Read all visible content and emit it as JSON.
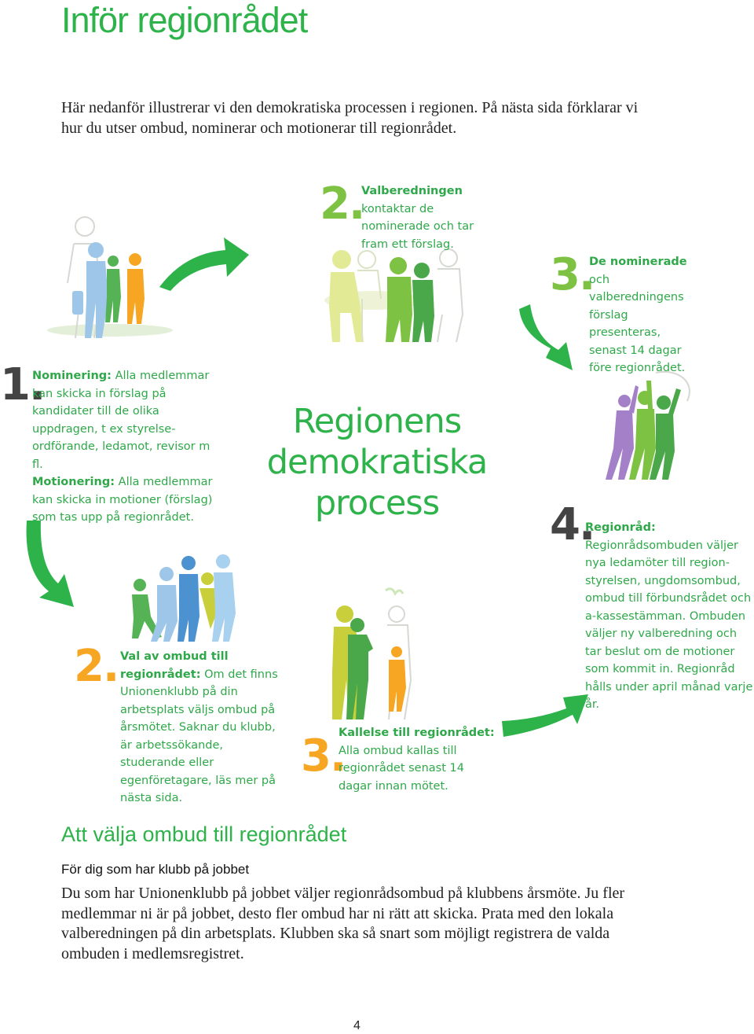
{
  "title": "Inför regionrådet",
  "intro": "Här nedanför illustrerar vi den demokratiska processen i regionen. På nästa sida förklarar vi hur du utser ombud, nominerar och motionerar till regionrådet.",
  "cycle": {
    "center_line1": "Regionens",
    "center_line2": "demokratiska",
    "center_line3": "process",
    "step1": {
      "num": "1.",
      "nomination_label": "Nominering:",
      "nomination_text": " Alla medlemmar kan skicka in förslag på kandidater till de olika uppdragen, t ex styrelse­ordförande, ledamot, revisor m fl.",
      "motion_label": "Motionering:",
      "motion_text": " Alla medlemmar kan skicka in motioner (förslag) som tas upp på regionrådet."
    },
    "step2a": {
      "num": "2.",
      "label": "Valberedningen",
      "text": " kon­taktar de nominerade och tar fram ett förslag."
    },
    "step3a": {
      "num": "3.",
      "label": "De nominerade",
      "text": " och valberedningens förslag presenteras, senast 14 dagar före regionrådet."
    },
    "step2b": {
      "num": "2.",
      "label": "Val av ombud till regionrådet:",
      "text": " Om det finns Unionenklubb på din arbetsplats väljs ombud på årsmötet. Saknar du klubb, är arbetssökande, studerande eller egenföretagare, läs mer på nästa sida."
    },
    "step3b": {
      "num": "3.",
      "label": "Kallelse till regionrådet:",
      "text": " Alla ombud kallas till regionrådet senast 14 dagar innan mötet."
    },
    "step4": {
      "num": "4.",
      "label": "Regionråd:",
      "text": " Regionrådsombuden väljer nya ledamöter till region­styrelsen, ungdomsombud, ombud till förbundsrådet och a-kassestämman. Ombuden väljer ny valberedning och tar beslut om de motioner som kommit in. Regionråd hålls under april månad varje år."
    }
  },
  "section": {
    "heading": "Att välja ombud till regionrådet",
    "subheading": "För dig som har klubb på jobbet",
    "body": "Du som har Unionenklubb på jobbet väljer regionrådsombud på klubbens års­möte. Ju fler medlemmar ni är på jobbet, desto fler ombud har ni rätt att skicka. Prata med den lokala valberedningen på din arbetsplats. Klubben ska så snart som möjligt registrera de valda ombuden i medlemsregistret."
  },
  "page_number": "4",
  "colors": {
    "green": "#2db34a",
    "light_green": "#7dc242",
    "orange": "#f6a623"
  }
}
